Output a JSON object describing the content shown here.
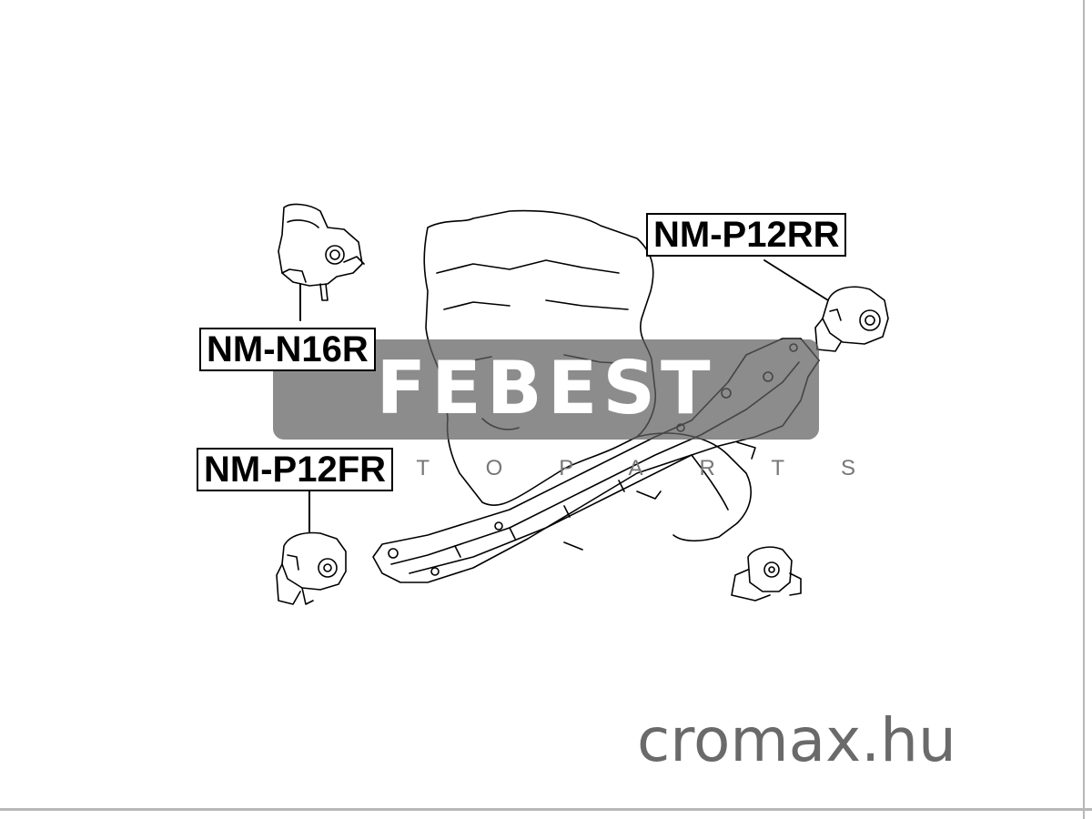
{
  "parts": [
    {
      "code": "NM-P12RR"
    },
    {
      "code": "NM-N16R"
    },
    {
      "code": "NM-P12FR"
    }
  ],
  "logo": {
    "brand": "FEBEST",
    "tagline": "AUTOPARTS"
  },
  "watermark": "cromax.hu",
  "colors": {
    "line": "#000000",
    "logo_bar": "#5f5f5f",
    "watermark": "#6a6a6a"
  },
  "icons": [
    "engine-block-drawing",
    "subframe-member-drawing",
    "mount-drawing"
  ]
}
